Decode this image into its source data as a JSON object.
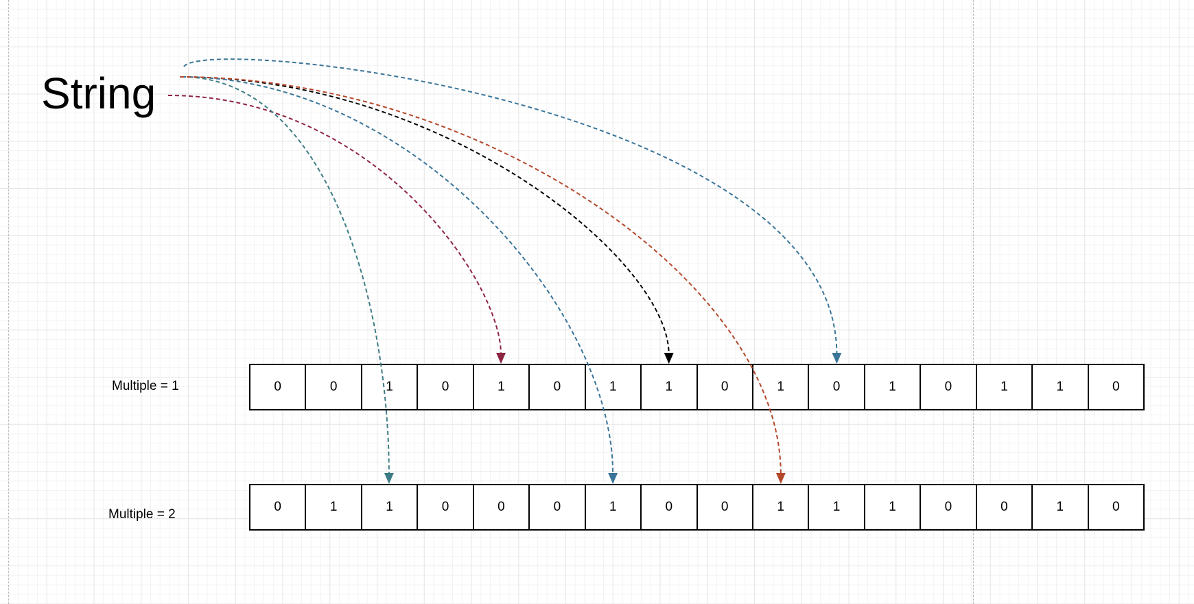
{
  "title": "String",
  "rows": [
    {
      "label": "Multiple = 1",
      "bits": [
        "0",
        "0",
        "1",
        "0",
        "1",
        "0",
        "1",
        "1",
        "0",
        "1",
        "0",
        "1",
        "0",
        "1",
        "1",
        "0"
      ]
    },
    {
      "label": "Multiple = 2",
      "bits": [
        "0",
        "1",
        "1",
        "0",
        "0",
        "0",
        "1",
        "0",
        "0",
        "1",
        "1",
        "1",
        "0",
        "0",
        "1",
        "0"
      ]
    }
  ],
  "arrows": [
    {
      "row": 0,
      "cell": 4,
      "color": "#8e2442"
    },
    {
      "row": 0,
      "cell": 7,
      "color": "#000000"
    },
    {
      "row": 0,
      "cell": 10,
      "color": "#3a7599"
    },
    {
      "row": 1,
      "cell": 2,
      "color": "#3d7c85"
    },
    {
      "row": 1,
      "cell": 6,
      "color": "#3a7599"
    },
    {
      "row": 1,
      "cell": 9,
      "color": "#b5472a"
    }
  ]
}
